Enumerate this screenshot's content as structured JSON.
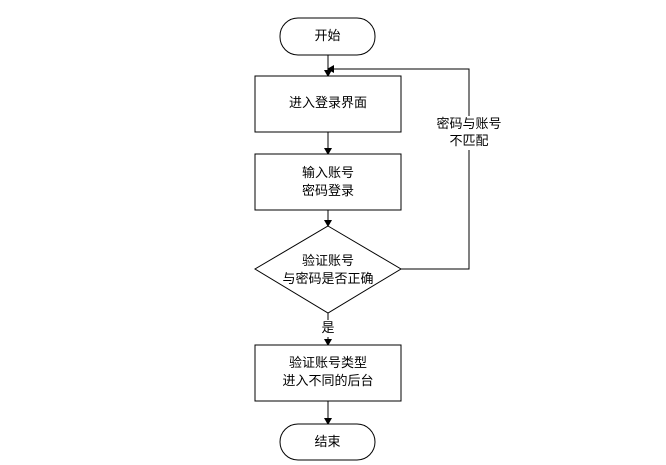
{
  "flowchart": {
    "start": "开始",
    "step1": "进入登录界面",
    "step2_line1": "输入账号",
    "step2_line2": "密码登录",
    "decision_line1": "验证账号",
    "decision_line2": "与密码是否正确",
    "no_label_line1": "密码与账号",
    "no_label_line2": "不匹配",
    "yes_label": "是",
    "step3_line1": "验证账号类型",
    "step3_line2": "进入不同的后台",
    "end": "结束"
  },
  "colors": {
    "stroke": "#000000",
    "fill": "#ffffff"
  }
}
